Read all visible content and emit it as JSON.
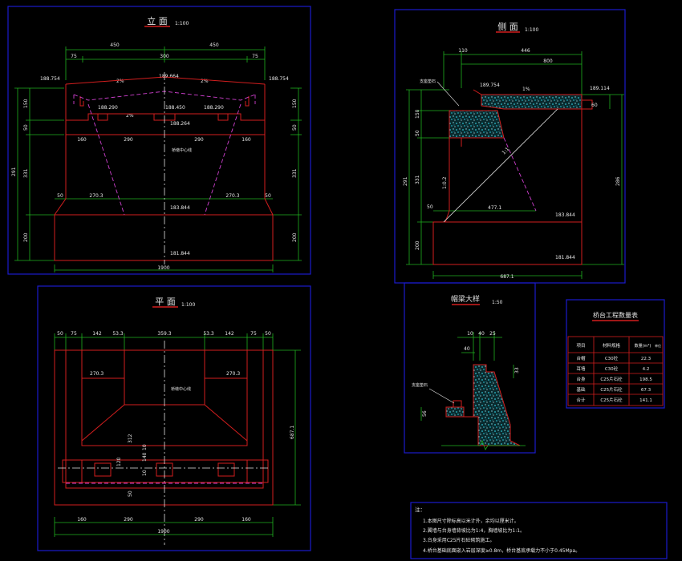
{
  "colors": {
    "background": "#000000",
    "frame": "#1a1acc",
    "structure": "#d21e1e",
    "dimension": "#1fb21f",
    "text": "#e6e6e6",
    "centerline": "#ffffff",
    "hidden": "#d040d0",
    "concrete_fill": "#23a8b8",
    "table_header": "#d21e1e"
  },
  "front": {
    "title": "立 面",
    "scale": "1:100",
    "dims_top": [
      "450",
      "450"
    ],
    "dims_sub": [
      "75",
      "300",
      "75"
    ],
    "elev_left": "188.754",
    "elev_center": "189.664",
    "elev_right": "188.754",
    "slope_left": "2%",
    "slope_right": "2%",
    "elev_seat_l": "188.290",
    "elev_seat_c": "188.450",
    "elev_seat_r": "188.290",
    "slope_seat": "2%",
    "elev_seat_low": "188.264",
    "dims_mid": [
      "160",
      "290",
      "290",
      "160"
    ],
    "centerline_label": "桥墩中心线",
    "dims_footing_top": [
      "50",
      "270.3",
      "270.3",
      "50"
    ],
    "elev_footing": "183.844",
    "elev_bottom": "181.844",
    "dim_total": "1900",
    "vdims_left": [
      "291",
      "150",
      "50",
      "331",
      "200"
    ],
    "vdims_right": [
      "150",
      "50",
      "331",
      "200"
    ]
  },
  "side": {
    "title": "侧 面",
    "scale": "1:100",
    "dims_top": [
      "110",
      "446",
      "800"
    ],
    "note_bearing": "支座垫石",
    "elev_top": "189.754",
    "slope": "1%",
    "elev_right": "189.114",
    "dim_right_small": "60",
    "vdims_left": [
      "291",
      "150",
      "50",
      "331",
      "200"
    ],
    "dim_right_total": "286",
    "slope_ratio": "1:1",
    "dim_slope": "1:0.2",
    "dims_base": [
      "50",
      "477.1"
    ],
    "elev_footing": "183.844",
    "elev_bottom": "181.844",
    "dim_total": "687.1"
  },
  "detail": {
    "title": "帽梁大样",
    "scale": "1:50",
    "dims_top": [
      "10",
      "40",
      "25"
    ],
    "dim_left": "40",
    "note": "支座垫石",
    "dim_v": "56",
    "dim_right": "33"
  },
  "plan": {
    "title": "平 面",
    "scale": "1:100",
    "dims_top": [
      "50",
      "75",
      "142",
      "53.3",
      "359.3",
      "53.3",
      "142",
      "75",
      "50"
    ],
    "dims_inner": [
      "270.3",
      "270.3"
    ],
    "centerline_label": "桥墩中心线",
    "dim_right": "687.1",
    "vdims_center": [
      "312",
      "10",
      "120",
      "140",
      "10",
      "50"
    ],
    "dims_bottom": [
      "160",
      "290",
      "290",
      "160"
    ],
    "dim_total": "1900"
  },
  "table": {
    "title": "桥台工程数量表",
    "headers": [
      "项目",
      "材料规格",
      "数量(m³)"
    ],
    "unit_note": "单位",
    "rows": [
      [
        "台帽",
        "C30砼",
        "22.3"
      ],
      [
        "耳墙",
        "C30砼",
        "4.2"
      ],
      [
        "台身",
        "C25片石砼",
        "198.5"
      ],
      [
        "基础",
        "C25片石砼",
        "67.3"
      ],
      [
        "合计",
        "C25片石砼",
        "141.1"
      ]
    ]
  },
  "notes": {
    "heading": "注：",
    "lines": [
      "1.本图尺寸除标高以米计外，余均以厘米计。",
      "2.翼墙与台身墙背坡比为1:4，胸墙坡比为1:1。",
      "3.台身采用C25片石砼砌筑施工。",
      "4.桥台基础底面嵌入岩层深度≥0.8m，桥台基底承载力不小于0.45Mpa。"
    ]
  }
}
